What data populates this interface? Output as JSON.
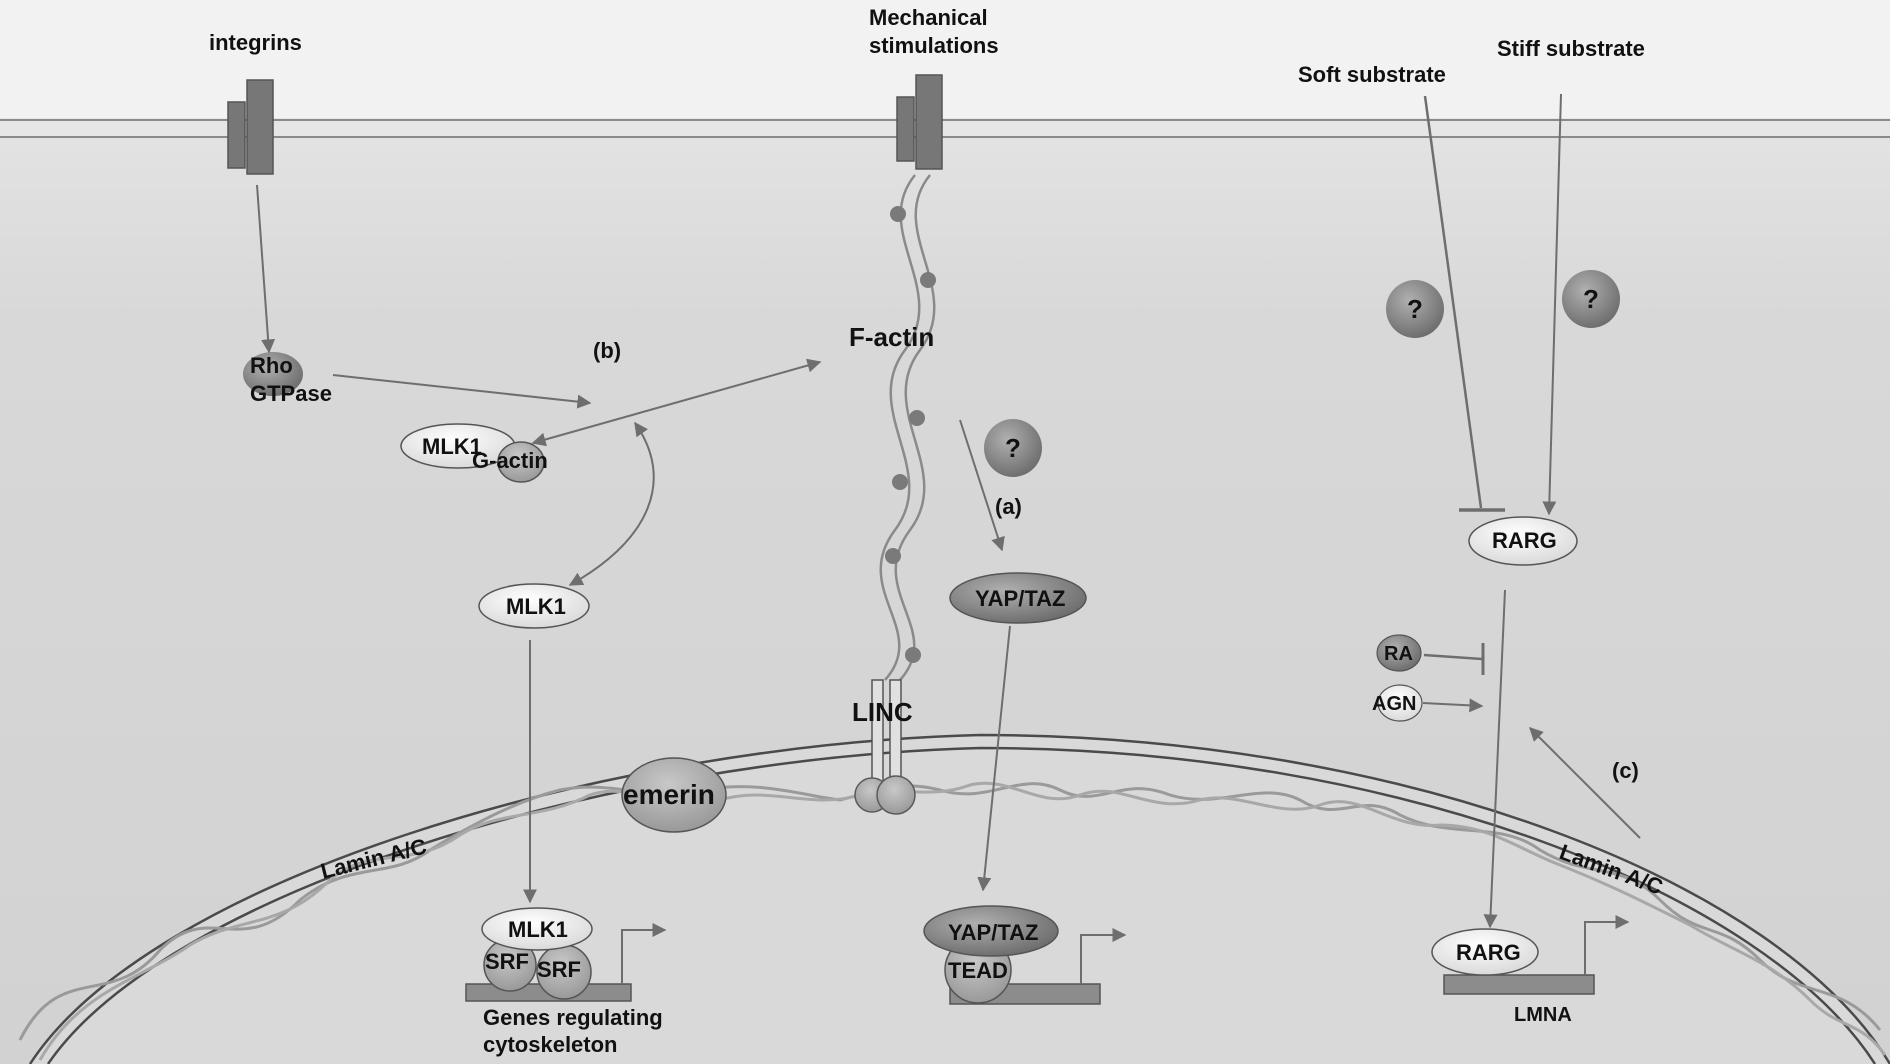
{
  "labels": {
    "integrins": "integrins",
    "mech_line1": "Mechanical",
    "mech_line2": "stimulations",
    "soft": "Soft substrate",
    "stiff": "Stiff substrate",
    "rho_line1": "Rho",
    "rho_line2": "GTPase",
    "b": "(b)",
    "a": "(a)",
    "c": "(c)",
    "factin": "F-actin",
    "mlk1_top": "MLK1",
    "gactin": "G-actin",
    "mlk1_mid": "MLK1",
    "mlk1_nuc": "MLK1",
    "srf1": "SRF",
    "srf2": "SRF",
    "genes_line1": "Genes regulating",
    "genes_line2": "cytoskeleton",
    "yaptaz_top": "YAP/TAZ",
    "yaptaz_nuc": "YAP/TAZ",
    "tead": "TEAD",
    "linc": "LINC",
    "emerin": "emerin",
    "lamin_left": "Lamin A/C",
    "lamin_right": "Lamin A/C",
    "rarg_top": "RARG",
    "rarg_nuc": "RARG",
    "ra": "RA",
    "agn": "AGN",
    "lmna": "LMNA",
    "q1": "?",
    "q2": "?",
    "q3": "?"
  },
  "colors": {
    "cytoplasm": "#d6d6d6",
    "outside": "#f2f2f2",
    "dark_protein": "#8a8a8a",
    "light_protein": "#f4f4f4",
    "arrow": "#6e6e6e"
  }
}
